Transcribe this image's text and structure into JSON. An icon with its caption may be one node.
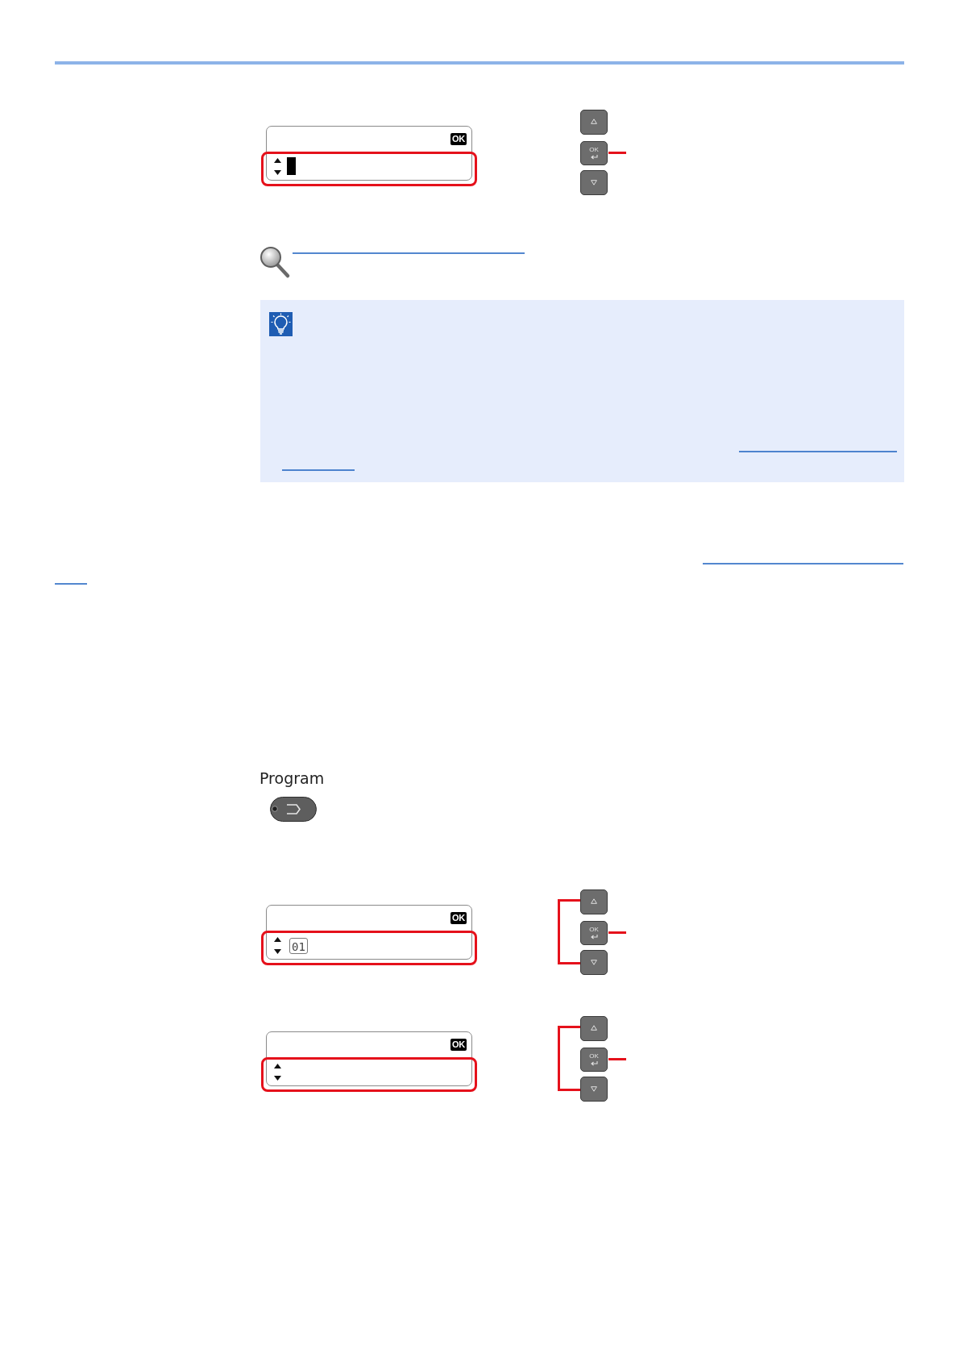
{
  "diagram": {
    "labels": [
      "OK",
      "OK",
      "Program",
      "OK",
      "01",
      "OK",
      "OK",
      "OK"
    ]
  }
}
